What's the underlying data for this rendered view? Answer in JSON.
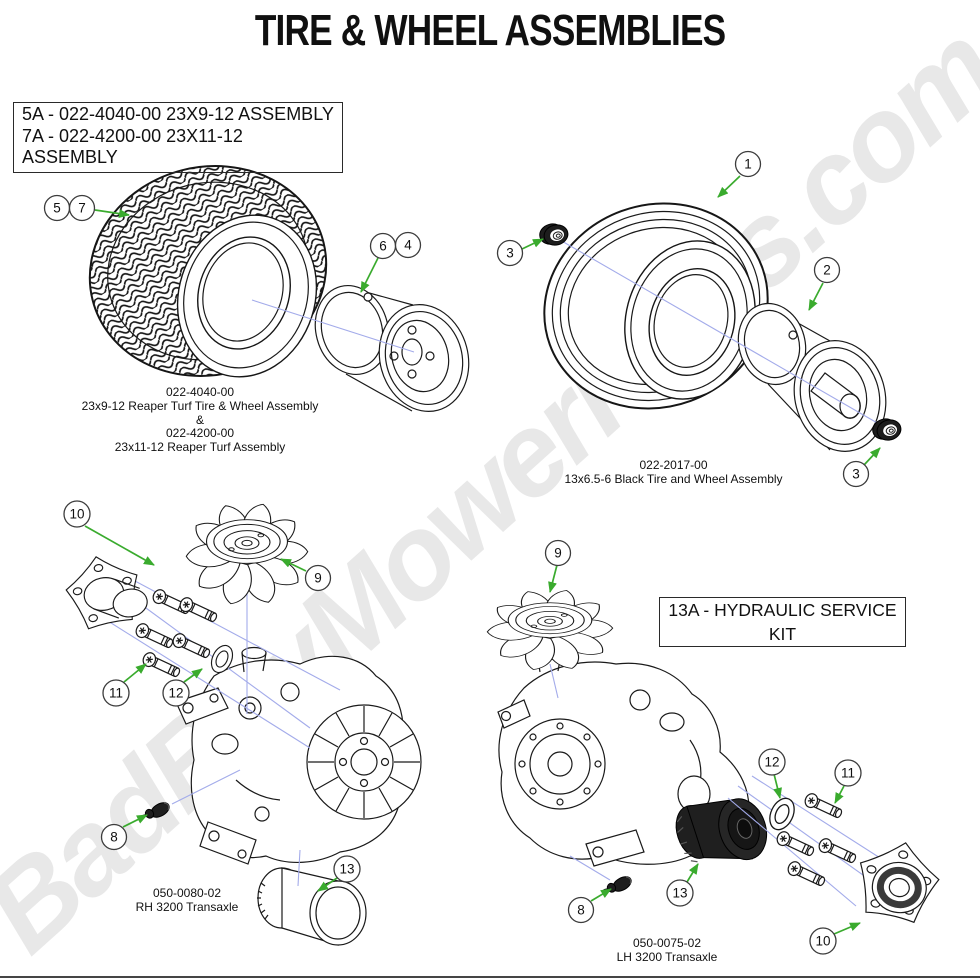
{
  "title": "TIRE & WHEEL ASSEMBLIES",
  "watermark": "BadBoyMowerParts.com",
  "assembly_note_box": {
    "line1": "5A - 022-4040-00 23X9-12 ASSEMBLY",
    "line2": "7A - 022-4200-00 23X11-12 ASSEMBLY"
  },
  "hydraulic_kit_box": {
    "label": "13A - HYDRAULIC SERVICE KIT"
  },
  "captions": {
    "reaper_turf": {
      "line1": "022-4040-00",
      "line2": "23x9-12 Reaper Turf Tire & Wheel Assembly",
      "line3": "&",
      "line4": "022-4200-00",
      "line5": "23x11-12 Reaper Turf Assembly"
    },
    "black_tire": {
      "line1": "022-2017-00",
      "line2": "13x6.5-6 Black Tire and Wheel Assembly"
    },
    "rh_transaxle": {
      "line1": "050-0080-02",
      "line2": "RH 3200 Transaxle"
    },
    "lh_transaxle": {
      "line1": "050-0075-02",
      "line2": "LH 3200 Transaxle"
    }
  },
  "callouts": {
    "tire_left": {
      "c5": "5",
      "c7": "7",
      "c6": "6",
      "c4": "4"
    },
    "tire_right": {
      "c1": "1",
      "c2": "2",
      "c3_upper": "3",
      "c3_lower": "3"
    },
    "transaxle_left": {
      "c10": "10",
      "c9": "9",
      "c11": "11",
      "c12": "12",
      "c8": "8",
      "c13": "13"
    },
    "transaxle_right": {
      "c9": "9",
      "c12": "12",
      "c11": "11",
      "c13": "13",
      "c8": "8",
      "c10": "10"
    }
  },
  "colors": {
    "arrow_green": "#3aab2e",
    "guide_blue": "#a3abea",
    "line_art": "#1a1a1a",
    "watermark_gray": "#e8e8e8"
  }
}
